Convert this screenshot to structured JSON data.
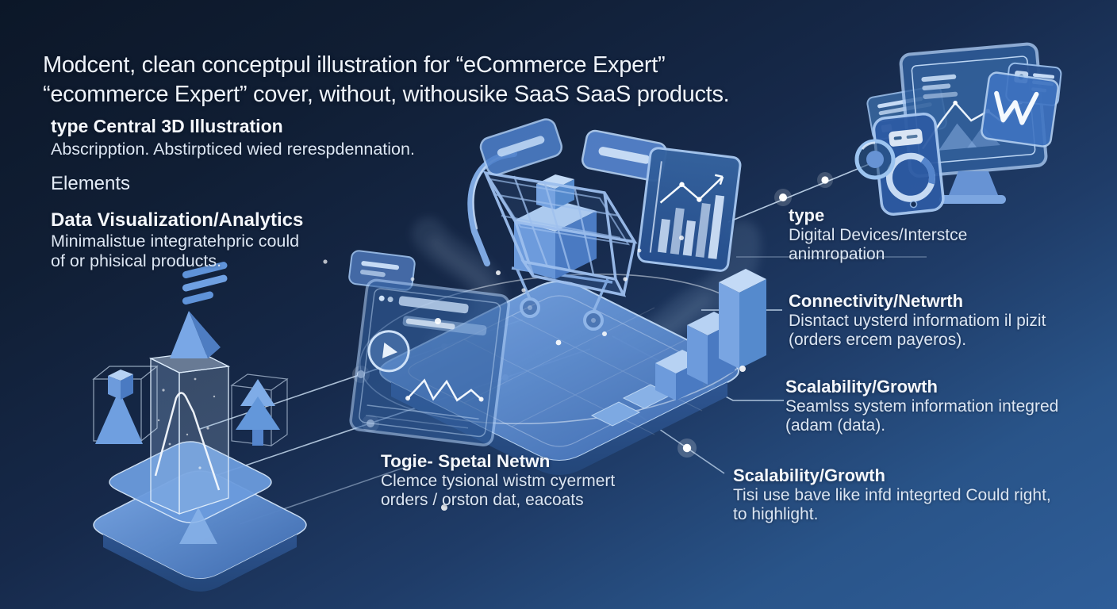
{
  "title": {
    "line1": "Modcent, clean conceptpul illustration for “eCommerce Expert”",
    "line2": "“ecommerce Expert” cover, without, withousike SaaS SaaS products."
  },
  "sections": {
    "central": {
      "heading": "type Central 3D Illustration",
      "body": "Abscripption. Abstirpticed wied rerespdennation."
    },
    "elements_heading": "Elements",
    "data_viz": {
      "heading": "Data Visualization/Analytics",
      "lines": [
        "Minimalistue integratehpric could",
        "of or phisical products."
      ]
    },
    "right": [
      {
        "heading": "type",
        "lines": [
          "Digital Devices/Interstce",
          "animropation"
        ]
      },
      {
        "heading": "Connectivity/Netwrth",
        "lines": [
          "Disntact uysterd informatiom il pizit",
          "(orders ercem payeros)."
        ]
      },
      {
        "heading": "Scalability/Growth",
        "lines": [
          "Seamlss system information integred",
          "(adam (data)."
        ]
      },
      {
        "heading": "Scalability/Growth",
        "lines": [
          "Tisi use bave like infd integrted Could right,",
          "to highlight."
        ]
      }
    ],
    "bottom": {
      "heading": "Togie- Spetal Netwn",
      "lines": [
        "Clemce tysional wistm cyermert",
        "orders / orston dat, eacoats"
      ]
    }
  },
  "colors": {
    "background_top": "#0c1728",
    "background_bottom": "#2f5e99",
    "accent_blue": "#6f9fe0",
    "panel_blue": "#2b569c",
    "connector_line": "#cfe3f8",
    "glow_node": "#ffffff",
    "text_primary": "#f4f7fc",
    "text_secondary": "#dce6f3"
  },
  "illustrations": {
    "center": "shopping-cart-on-platform",
    "center_right": "bar-chart-panel",
    "center_left": "browser-dashboard-panel",
    "bottom_left": "3d-analytics-prism",
    "top_right": "digital-devices-cluster"
  }
}
